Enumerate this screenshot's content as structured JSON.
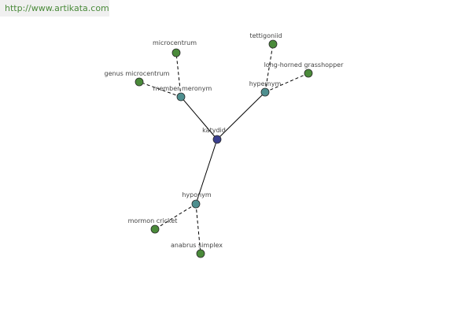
{
  "banner": {
    "url_text": "http://www.artikata.com"
  },
  "colors": {
    "center_fill": "#3a3f8f",
    "relation_fill": "#4e8f8f",
    "leaf_fill": "#4a8a3a",
    "node_stroke": "#2a2a2a",
    "edge": "#000000",
    "label": "#444444",
    "banner_bg": "#f0f0f0",
    "banner_text": "#4a8a3a"
  },
  "graph": {
    "nodes": [
      {
        "id": "katydid",
        "label": "katydid",
        "kind": "center"
      },
      {
        "id": "member-meronym",
        "label": "member meronym",
        "kind": "relation"
      },
      {
        "id": "hypernym",
        "label": "hypernym",
        "kind": "relation"
      },
      {
        "id": "hyponym",
        "label": "hyponym",
        "kind": "relation"
      },
      {
        "id": "microcentrum",
        "label": "microcentrum",
        "kind": "leaf"
      },
      {
        "id": "genus-microcentrum",
        "label": "genus microcentrum",
        "kind": "leaf"
      },
      {
        "id": "tettigoniid",
        "label": "tettigoniid",
        "kind": "leaf"
      },
      {
        "id": "long-horned-grasshopper",
        "label": "long-horned grasshopper",
        "kind": "leaf"
      },
      {
        "id": "mormon-cricket",
        "label": "mormon cricket",
        "kind": "leaf"
      },
      {
        "id": "anabrus-simplex",
        "label": "anabrus simplex",
        "kind": "leaf"
      }
    ],
    "edges": [
      {
        "from": "katydid",
        "to": "member-meronym",
        "style": "solid"
      },
      {
        "from": "katydid",
        "to": "hypernym",
        "style": "solid"
      },
      {
        "from": "katydid",
        "to": "hyponym",
        "style": "solid"
      },
      {
        "from": "member-meronym",
        "to": "microcentrum",
        "style": "dashed"
      },
      {
        "from": "member-meronym",
        "to": "genus-microcentrum",
        "style": "dashed"
      },
      {
        "from": "hypernym",
        "to": "tettigoniid",
        "style": "dashed"
      },
      {
        "from": "hypernym",
        "to": "long-horned-grasshopper",
        "style": "dashed"
      },
      {
        "from": "hyponym",
        "to": "mormon-cricket",
        "style": "dashed"
      },
      {
        "from": "hyponym",
        "to": "anabrus-simplex",
        "style": "dashed"
      }
    ]
  }
}
